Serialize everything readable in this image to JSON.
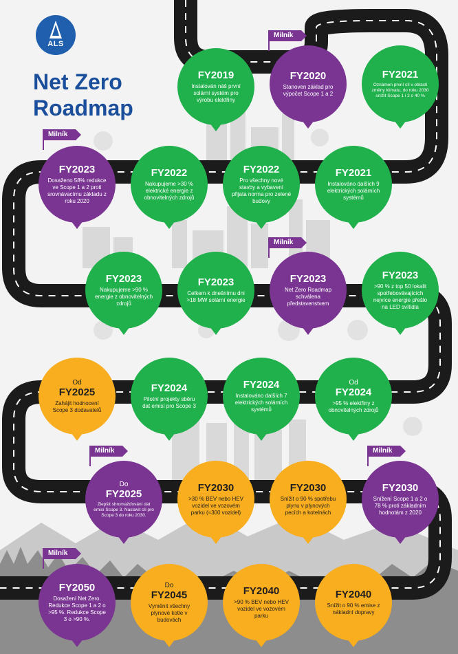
{
  "header": {
    "title_line1": "Net Zero",
    "title_line2": "Roadmap",
    "logo_text": "ALS"
  },
  "milestone_flag": "Milník",
  "colors": {
    "green": "#20b04c",
    "purple": "#7a3592",
    "orange": "#f8ae1e",
    "title_blue": "#1b4f9c",
    "road": "#1b1b1b"
  },
  "milestones": [
    {
      "prefix": "",
      "year": "FY2019",
      "text": "Instalován náš první solární systém pro výrobu elektřiny"
    },
    {
      "prefix": "",
      "year": "FY2020",
      "text": "Stanoven základ pro výpočet Scope 1 a 2"
    },
    {
      "prefix": "",
      "year": "FY2021",
      "text": "Oznámen první cíl v oblasti změny klimatu, do roku 2030 snížit Scope 1 i 2 o 40 %"
    },
    {
      "prefix": "",
      "year": "FY2023",
      "text": "Dosaženo 58% redukce ve Scope 1 a 2 proti srovnávacímu základu z roku 2020"
    },
    {
      "prefix": "",
      "year": "FY2022",
      "text": "Nakupujeme >30 % elektrické energie z obnovitelných zdrojů"
    },
    {
      "prefix": "",
      "year": "FY2022",
      "text": "Pro všechny nové stavby a vybavení přijata norma pro zelené budovy"
    },
    {
      "prefix": "",
      "year": "FY2021",
      "text": "Instalováno dalších 9 elektrických solárních systémů"
    },
    {
      "prefix": "",
      "year": "FY2023",
      "text": "Nakupujeme >90 % energie z obnovitelných zdrojů"
    },
    {
      "prefix": "",
      "year": "FY2023",
      "text": "Celkem k dnešnímu dni >18 MW solární energie"
    },
    {
      "prefix": "",
      "year": "FY2023",
      "text": "Net Zero Roadmap schválena představenstvem"
    },
    {
      "prefix": "",
      "year": "FY2023",
      "text": ">90 % z top 50 lokalit spotřebovávajících nejvíce energie přešlo na LED svítidla"
    },
    {
      "prefix": "Od",
      "year": "FY2025",
      "text": "Zahájit hodnocení Scope 3 dodavatelů"
    },
    {
      "prefix": "",
      "year": "FY2024",
      "text": "Pilotní projekty sběru dat emisí pro Scope 3"
    },
    {
      "prefix": "",
      "year": "FY2024",
      "text": "Instalováno dalších 7 elektrických solárních systémů"
    },
    {
      "prefix": "Od",
      "year": "FY2024",
      "text": ">95 % elektřiny z obnovitelných zdrojů"
    },
    {
      "prefix": "Do",
      "year": "FY2025",
      "text": "Zlepšit shromažďování dat emisí Scope 3. Nastavit cíl pro Scope 3 do roku 2030."
    },
    {
      "prefix": "",
      "year": "FY2030",
      "text": ">30 % BEV nebo HEV vozidel ve vozovém parku (≈300 vozidel)"
    },
    {
      "prefix": "",
      "year": "FY2030",
      "text": "Snížit o 90 % spotřebu plynu v plynových pecích a kotelnách"
    },
    {
      "prefix": "",
      "year": "FY2030",
      "text": "Snížení Scope 1 a 2 o 78 % proti základním hodnotám z 2020"
    },
    {
      "prefix": "",
      "year": "FY2050",
      "text": "Dosažení Net Zero. Redukce Scope 1 a 2 o >95 %. Redukce Scope 3 o >90 %."
    },
    {
      "prefix": "Do",
      "year": "FY2045",
      "text": "Vyměnit všechny plynové kotle v budovách"
    },
    {
      "prefix": "",
      "year": "FY2040",
      "text": ">90 % BEV nebo HEV vozidel ve vozovém parku"
    },
    {
      "prefix": "",
      "year": "FY2040",
      "text": "Snížit o 90 % emise z nákladní dopravy"
    }
  ]
}
